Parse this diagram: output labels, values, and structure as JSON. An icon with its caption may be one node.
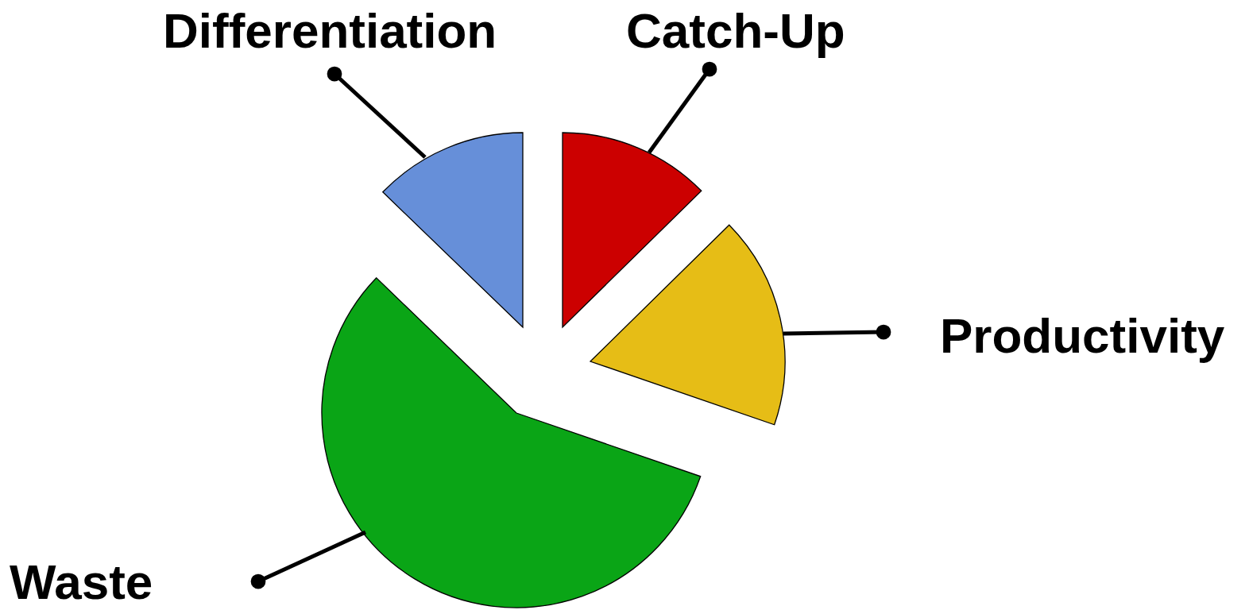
{
  "diagram": {
    "nodes": [
      {
        "text": [
          "Differentiation"
        ]
      },
      {
        "text": [
          "Catch-Up"
        ]
      },
      {
        "text": [],
        "shape": "wedge"
      },
      {
        "text": [],
        "shape": "wedge"
      },
      {
        "text": [],
        "shape": "wedge"
      },
      {
        "text": [
          "Productivity"
        ]
      },
      {
        "text": [],
        "shape": "wedge"
      },
      {
        "text": [
          "Waste"
        ]
      }
    ],
    "edges": [
      {
        "from": 0,
        "to": 2,
        "arrow": "other"
      },
      {
        "from": 1,
        "to": 3,
        "arrow": "other"
      },
      {
        "from": 5,
        "to": 4,
        "arrow": "other"
      },
      {
        "from": 7,
        "to": 6,
        "arrow": "other"
      }
    ]
  }
}
